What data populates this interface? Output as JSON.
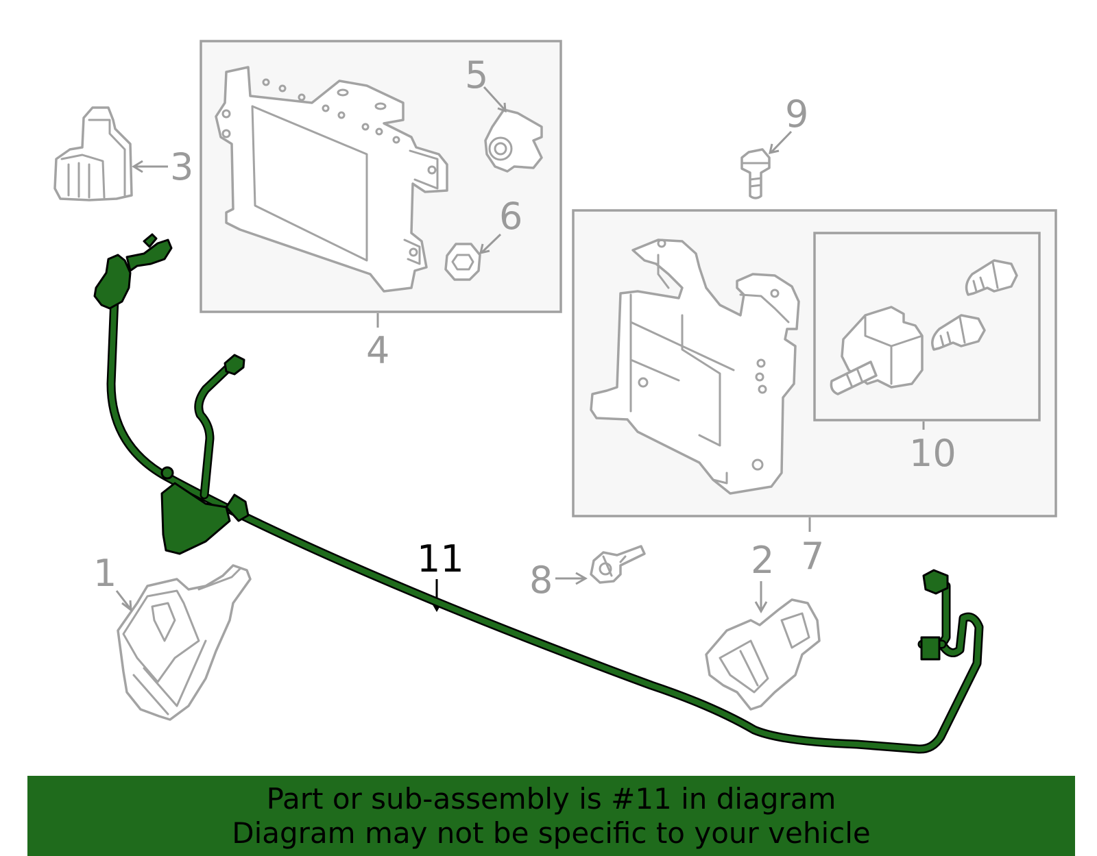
{
  "diagram": {
    "callouts": {
      "c1": "1",
      "c2": "2",
      "c3": "3",
      "c4": "4",
      "c5": "5",
      "c6": "6",
      "c7": "7",
      "c8": "8",
      "c9": "9",
      "c10": "10",
      "c11": "11"
    },
    "highlighted_part": "11",
    "colors": {
      "highlight": "#1f6b1c",
      "outline": "#a3a3a3",
      "box_fill": "#f7f7f7"
    }
  },
  "banner": {
    "line1": "Part or sub-assembly is #11 in diagram",
    "line2": "Diagram may not be specific to your vehicle"
  }
}
